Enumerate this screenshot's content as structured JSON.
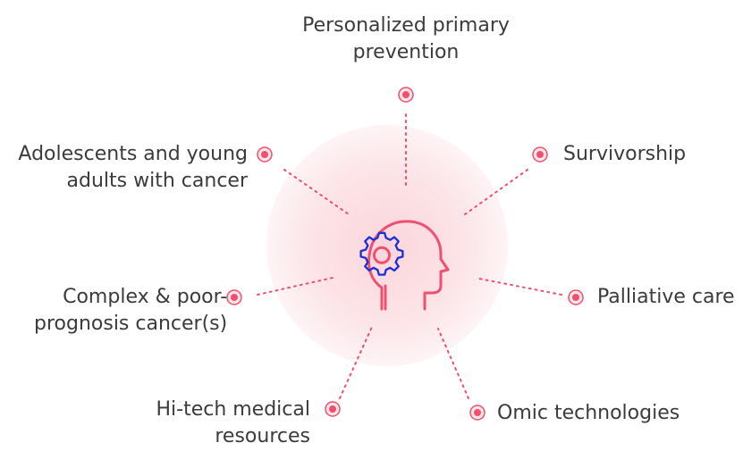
{
  "title_node": {
    "line1": "Personalized primary",
    "line2": "prevention"
  },
  "nodes": {
    "survivorship": "Survivorship",
    "adolescents": {
      "line1": "Adolescents and young",
      "line2": "adults with cancer"
    },
    "complex": {
      "line1": "Complex & poor-",
      "line2": "prognosis cancer(s)"
    },
    "palliative": "Palliative care",
    "hitech": {
      "line1": "Hi-tech medical",
      "line2": "resources"
    },
    "omic": "Omic technologies"
  },
  "colors": {
    "accent": "#f0506e",
    "gear": "#1f2fd1",
    "glow": "#f9c9d0",
    "text": "#3b3b3b"
  },
  "center_icon": "head-with-gear-icon"
}
